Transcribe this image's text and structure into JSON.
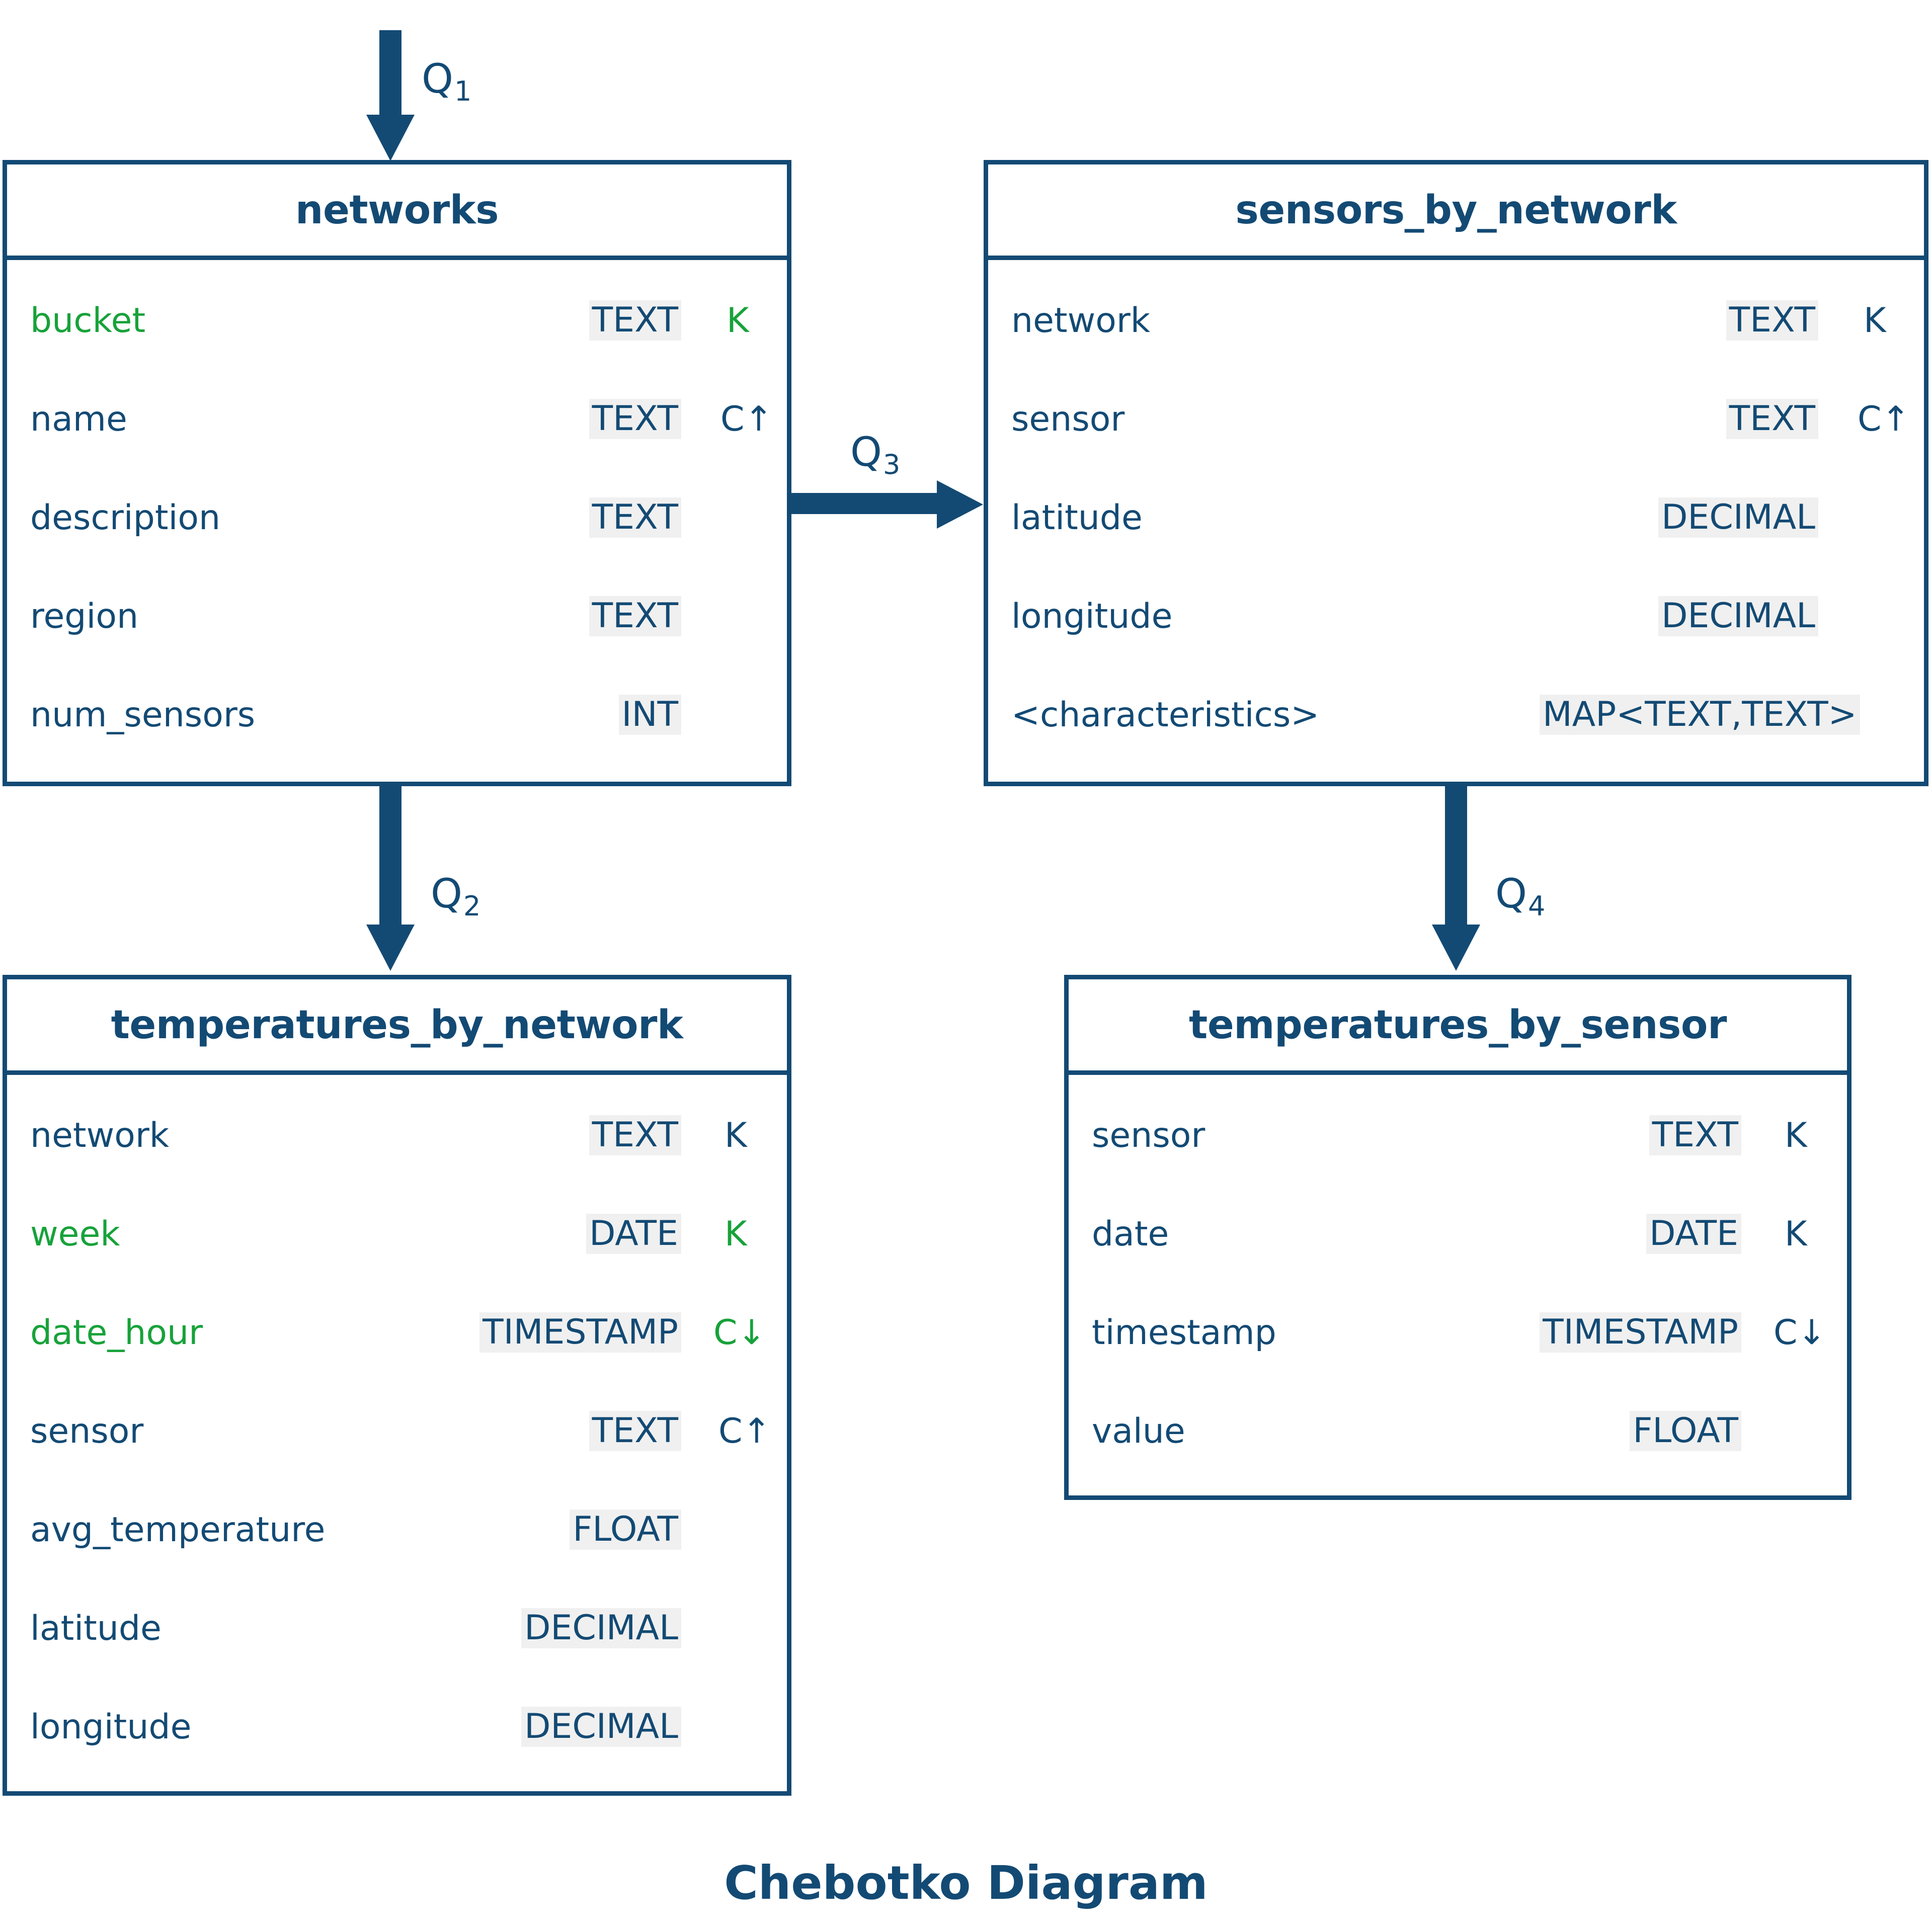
{
  "diagram": {
    "caption": "Chebotko Diagram",
    "colors": {
      "primary": "#134A74",
      "accent_green": "#17A23A",
      "type_badge_bg": "#f0f0f0",
      "background": "#ffffff"
    }
  },
  "tables": {
    "networks": {
      "title": "networks",
      "columns": [
        {
          "name": "bucket",
          "type": "TEXT",
          "key": "K",
          "name_green": true,
          "key_green": true
        },
        {
          "name": "name",
          "type": "TEXT",
          "key": "C↑",
          "name_green": false,
          "key_green": false
        },
        {
          "name": "description",
          "type": "TEXT",
          "key": "",
          "name_green": false,
          "key_green": false
        },
        {
          "name": "region",
          "type": "TEXT",
          "key": "",
          "name_green": false,
          "key_green": false
        },
        {
          "name": "num_sensors",
          "type": "INT",
          "key": "",
          "name_green": false,
          "key_green": false
        }
      ]
    },
    "sensors_by_network": {
      "title": "sensors_by_network",
      "columns": [
        {
          "name": "network",
          "type": "TEXT",
          "key": "K",
          "name_green": false,
          "key_green": false
        },
        {
          "name": "sensor",
          "type": "TEXT",
          "key": "C↑",
          "name_green": false,
          "key_green": false
        },
        {
          "name": "latitude",
          "type": "DECIMAL",
          "key": "",
          "name_green": false,
          "key_green": false
        },
        {
          "name": "longitude",
          "type": "DECIMAL",
          "key": "",
          "name_green": false,
          "key_green": false
        },
        {
          "name": "<characteristics>",
          "type": "MAP<TEXT,TEXT>",
          "key": "",
          "name_green": false,
          "key_green": false
        }
      ]
    },
    "temperatures_by_network": {
      "title": "temperatures_by_network",
      "columns": [
        {
          "name": "network",
          "type": "TEXT",
          "key": "K",
          "name_green": false,
          "key_green": false
        },
        {
          "name": "week",
          "type": "DATE",
          "key": "K",
          "name_green": true,
          "key_green": true
        },
        {
          "name": "date_hour",
          "type": "TIMESTAMP",
          "key": "C↓",
          "name_green": true,
          "key_green": true
        },
        {
          "name": "sensor",
          "type": "TEXT",
          "key": "C↑",
          "name_green": false,
          "key_green": false
        },
        {
          "name": "avg_temperature",
          "type": "FLOAT",
          "key": "",
          "name_green": false,
          "key_green": false
        },
        {
          "name": "latitude",
          "type": "DECIMAL",
          "key": "",
          "name_green": false,
          "key_green": false
        },
        {
          "name": "longitude",
          "type": "DECIMAL",
          "key": "",
          "name_green": false,
          "key_green": false
        }
      ]
    },
    "temperatures_by_sensor": {
      "title": "temperatures_by_sensor",
      "columns": [
        {
          "name": "sensor",
          "type": "TEXT",
          "key": "K",
          "name_green": false,
          "key_green": false
        },
        {
          "name": "date",
          "type": "DATE",
          "key": "K",
          "name_green": false,
          "key_green": false
        },
        {
          "name": "timestamp",
          "type": "TIMESTAMP",
          "key": "C↓",
          "name_green": false,
          "key_green": false
        },
        {
          "name": "value",
          "type": "FLOAT",
          "key": "",
          "name_green": false,
          "key_green": false
        }
      ]
    }
  },
  "arrows": [
    {
      "id": "q1",
      "label": "Q",
      "sub": "1",
      "from": "",
      "to": "networks",
      "direction": "down"
    },
    {
      "id": "q2",
      "label": "Q",
      "sub": "2",
      "from": "networks",
      "to": "temperatures_by_network",
      "direction": "down"
    },
    {
      "id": "q3",
      "label": "Q",
      "sub": "3",
      "from": "networks",
      "to": "sensors_by_network",
      "direction": "right"
    },
    {
      "id": "q4",
      "label": "Q",
      "sub": "4",
      "from": "sensors_by_network",
      "to": "temperatures_by_sensor",
      "direction": "down"
    }
  ]
}
